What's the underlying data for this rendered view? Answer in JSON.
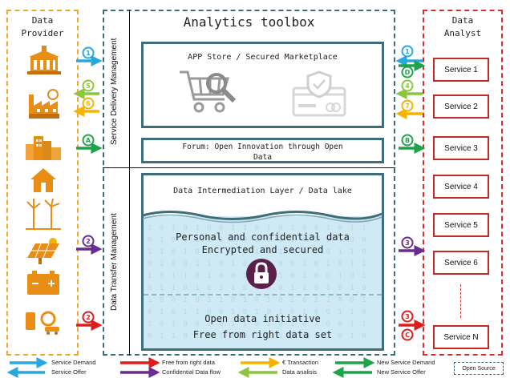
{
  "provider": {
    "title_line1": "Data",
    "title_line2": "Provider"
  },
  "analyst": {
    "title_line1": "Data",
    "title_line2": "Analyst"
  },
  "toolbox": {
    "title": "Analytics toolbox",
    "app_store": "APP Store / Secured Marketplace",
    "forum_line1": "Forum: Open Innovation through Open",
    "forum_line2": "Data",
    "intermediation": "Data Intermediation Layer / Data lake",
    "personal_line1": "Personal and confidential data",
    "personal_line2": "Encrypted and secured",
    "open_line1": "Open data initiative",
    "open_line2": "Free from right data set"
  },
  "side_labels": {
    "delivery": "Service Delivery Management",
    "transfer": "Data Transfer Management"
  },
  "services": [
    "Service 1",
    "Service 2",
    "Service 3",
    "Service 4",
    "Service 5",
    "Service 6",
    "Service N"
  ],
  "badges": {
    "left": [
      "1",
      "5",
      "6",
      "A",
      "2",
      "2"
    ],
    "right": [
      "1",
      "D",
      "4",
      "7",
      "B",
      "3",
      "3",
      "C"
    ]
  },
  "legend": {
    "service_demand": "Service Demand",
    "service_offer": "Service Offer",
    "free_from_right": "Free from right data",
    "confidential": "Confidential Data flow",
    "transaction": "€ Transaction",
    "analysis": "Data analisis",
    "new_demand": "New Service Demand",
    "new_offer": "New Service Offer",
    "open_source": "Open Source"
  },
  "colors": {
    "blue": "#29a8e0",
    "green_light": "#8cc63f",
    "yellow": "#f5b400",
    "green": "#1fa34a",
    "red": "#e01b1b",
    "purple": "#6a2c91",
    "teal": "#3d6e7a",
    "orange_dash": "#f0a830",
    "red_dash": "#d32f2f"
  }
}
